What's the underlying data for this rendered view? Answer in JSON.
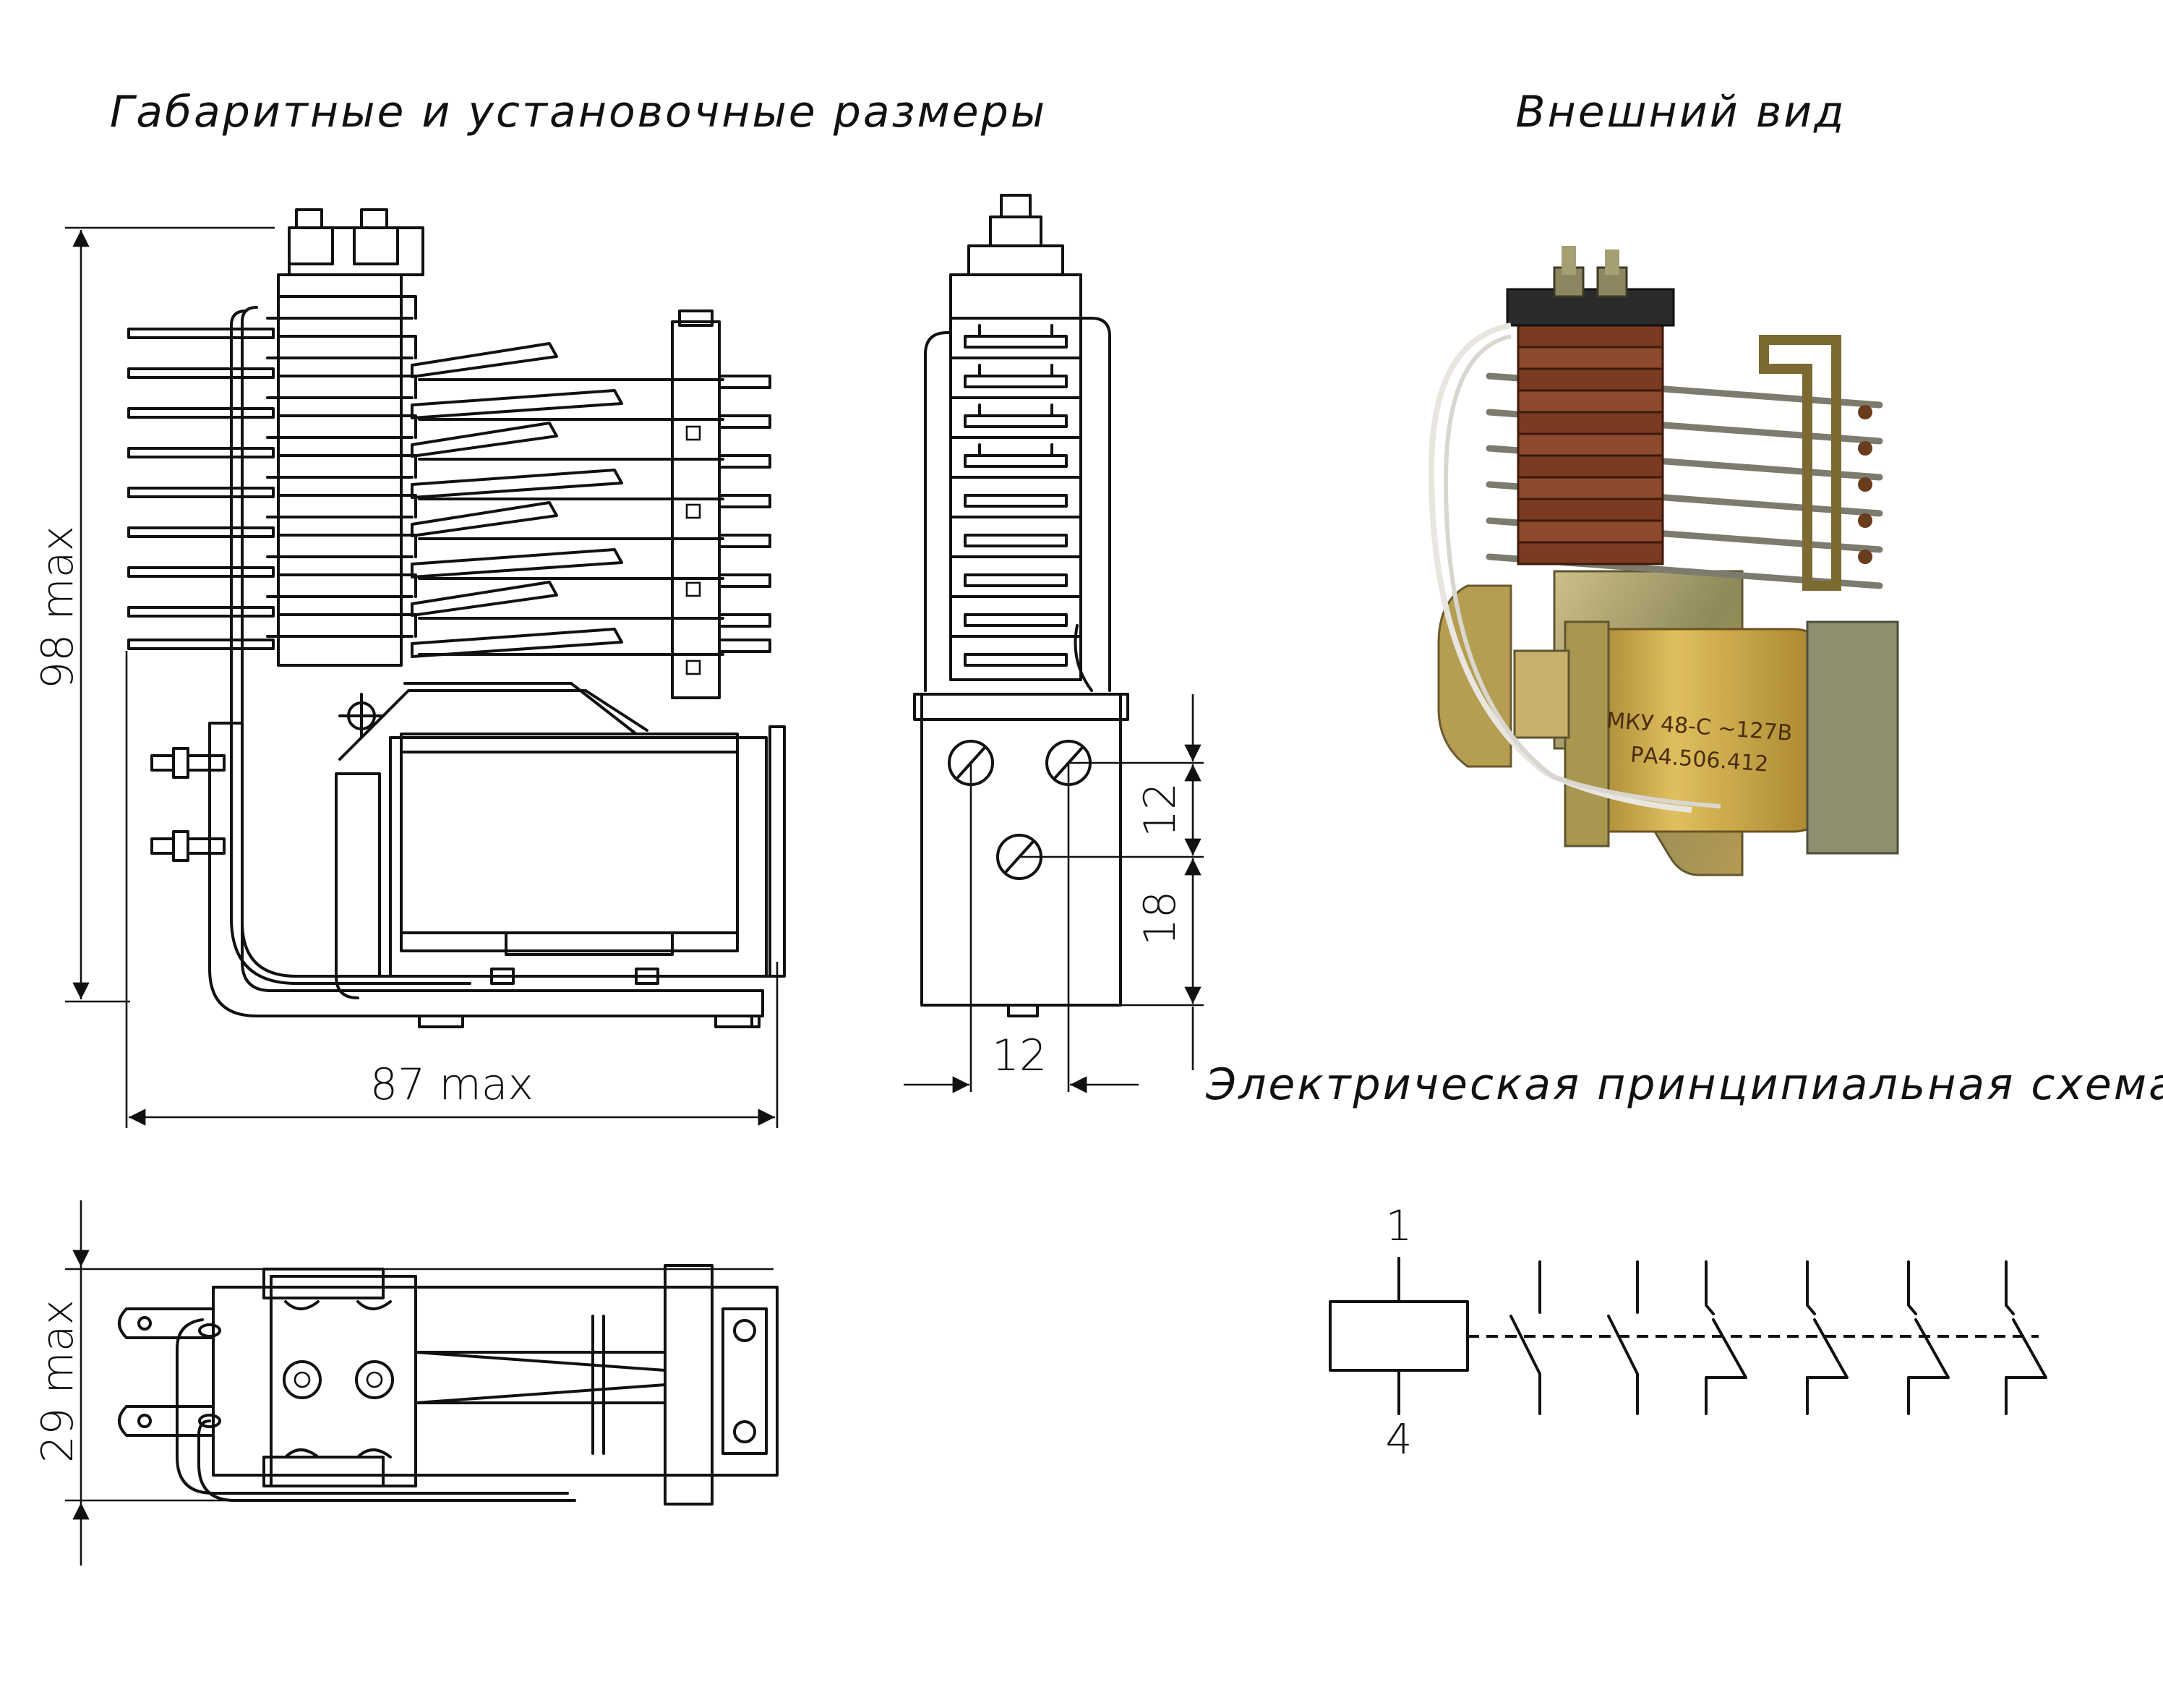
{
  "headings": {
    "dimensions": "Габаритные и установочные размеры",
    "appearance": "Внешний вид",
    "schematic": "Электрическая принципиальная схема"
  },
  "dimensions": {
    "height": "98 max",
    "width": "87 max",
    "depth": "29 max",
    "hole_spacing_h": "12",
    "hole_spacing_v1": "12",
    "hole_spacing_v2": "18"
  },
  "schematic": {
    "pin_top": "1",
    "pin_bottom": "4"
  },
  "photo": {
    "coil_label_line1": "МКУ 48-С ~127В",
    "coil_label_line2": "РА4.506.412"
  },
  "colors": {
    "line": "#111111",
    "bakelite": "#7a3b22",
    "steel": "#b8aa7a",
    "coil": "#c9a444"
  }
}
